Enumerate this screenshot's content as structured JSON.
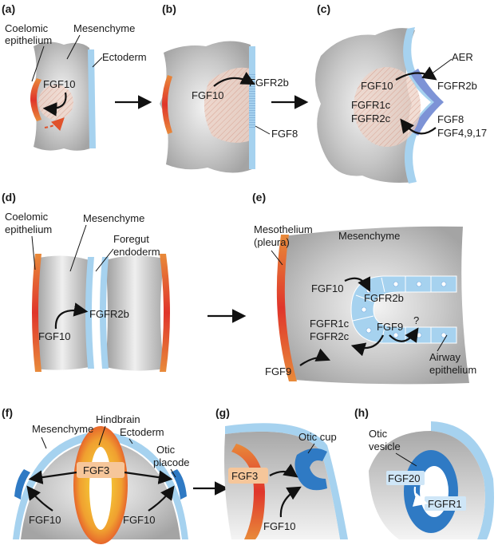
{
  "panels": {
    "a": {
      "letter": "(a)",
      "labels": {
        "coelomic_1": "Coelomic",
        "coelomic_2": "epithelium",
        "mesenchyme": "Mesenchyme",
        "ectoderm": "Ectoderm"
      },
      "signals": {
        "fgf10": "FGF10"
      }
    },
    "b": {
      "letter": "(b)",
      "signals": {
        "fgf10": "FGF10",
        "fgfr2b": "FGFR2b",
        "fgf8": "FGF8"
      }
    },
    "c": {
      "letter": "(c)",
      "labels": {
        "aer": "AER"
      },
      "signals": {
        "fgf10": "FGF10",
        "fgfr2b": "FGFR2b",
        "fgfr1c": "FGFR1c",
        "fgfr2c": "FGFR2c",
        "fgf8": "FGF8",
        "fgf4917": "FGF4,9,17"
      }
    },
    "d": {
      "letter": "(d)",
      "labels": {
        "coelomic_1": "Coelomic",
        "coelomic_2": "epithelium",
        "mesenchyme": "Mesenchyme",
        "foregut_1": "Foregut",
        "foregut_2": "endoderm"
      },
      "signals": {
        "fgf10": "FGF10",
        "fgfr2b": "FGFR2b"
      }
    },
    "e": {
      "letter": "(e)",
      "labels": {
        "mesothelium_1": "Mesothelium",
        "mesothelium_2": "(pleura)",
        "mesenchyme": "Mesenchyme",
        "airway_1": "Airway",
        "airway_2": "epithelium"
      },
      "signals": {
        "fgf10": "FGF10",
        "fgfr2b": "FGFR2b",
        "fgfr1c": "FGFR1c",
        "fgfr2c": "FGFR2c",
        "fgf9_inner": "FGF9",
        "fgf9_outer": "FGF9",
        "question": "?"
      }
    },
    "f": {
      "letter": "(f)",
      "labels": {
        "mesenchyme": "Mesenchyme",
        "hindbrain": "Hindbrain",
        "ectoderm": "Ectoderm",
        "otic_1": "Otic",
        "otic_2": "placode"
      },
      "signals": {
        "fgf3": "FGF3",
        "fgf10_left": "FGF10",
        "fgf10_right": "FGF10"
      }
    },
    "g": {
      "letter": "(g)",
      "labels": {
        "otic_cup": "Otic cup"
      },
      "signals": {
        "fgf3": "FGF3",
        "fgf10": "FGF10"
      }
    },
    "h": {
      "letter": "(h)",
      "labels": {
        "otic_1": "Otic",
        "otic_2": "vesicle"
      },
      "signals": {
        "fgf20": "FGF20",
        "fgfr1": "FGFR1"
      }
    }
  },
  "colors": {
    "tissue_gray": "#b9b9b9",
    "coelomic_orange": "#e0622b",
    "ectoderm_blue": "#a6d2ef",
    "aer_blue": "#7d93d6",
    "otic_dark_blue": "#2f7ac4",
    "fgf3_box": "#f6c69a",
    "hindbrain_yellow": "#f2c233",
    "arrow": "#111111"
  }
}
